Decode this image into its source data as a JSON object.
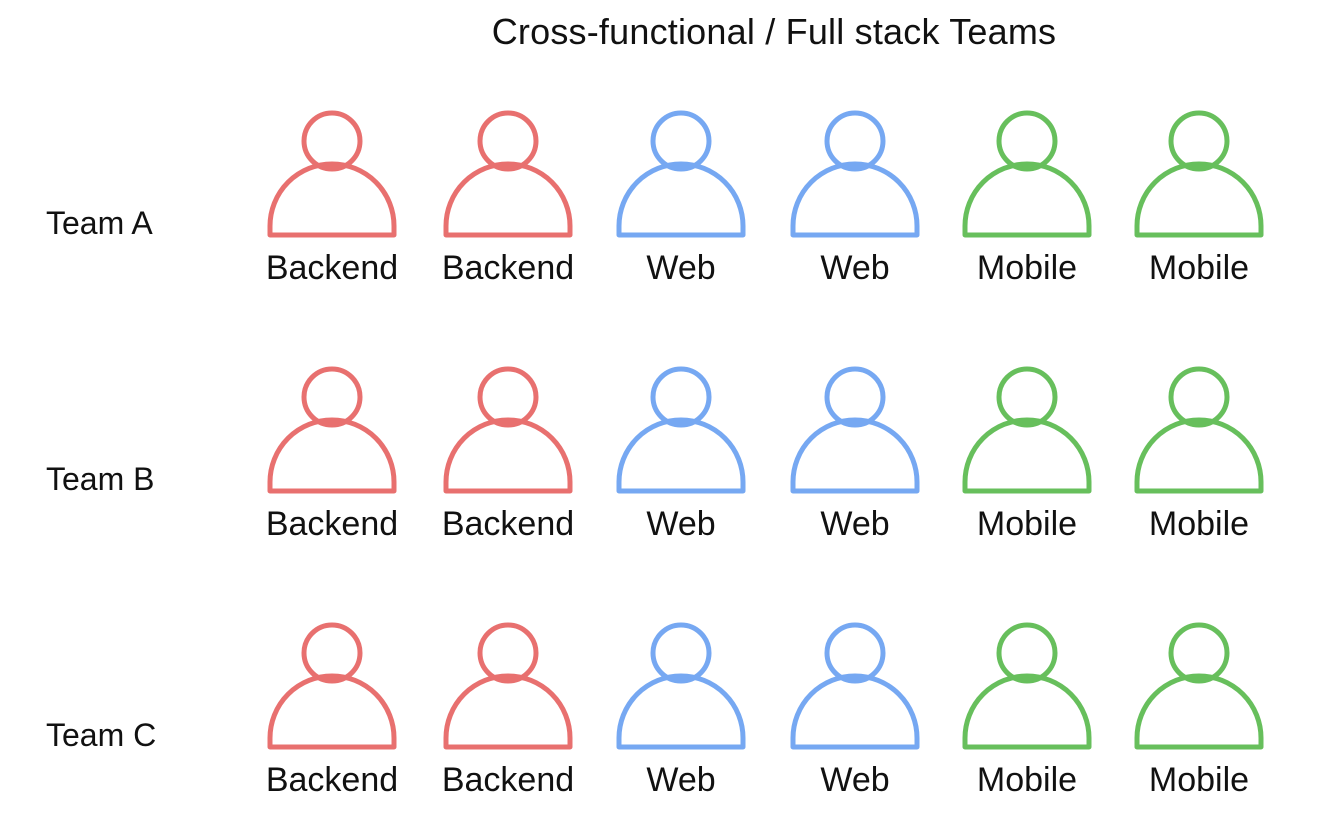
{
  "title": "Cross-functional / Full stack Teams",
  "roles": {
    "backend": {
      "label": "Backend",
      "color": "#e8706f"
    },
    "web": {
      "label": "Web",
      "color": "#76a8f2"
    },
    "mobile": {
      "label": "Mobile",
      "color": "#67bf5c"
    }
  },
  "teams": [
    {
      "label": "Team A",
      "members": [
        "backend",
        "backend",
        "web",
        "web",
        "mobile",
        "mobile"
      ]
    },
    {
      "label": "Team B",
      "members": [
        "backend",
        "backend",
        "web",
        "web",
        "mobile",
        "mobile"
      ]
    },
    {
      "label": "Team C",
      "members": [
        "backend",
        "backend",
        "web",
        "web",
        "mobile",
        "mobile"
      ]
    }
  ],
  "icon": "person-outline-icon"
}
